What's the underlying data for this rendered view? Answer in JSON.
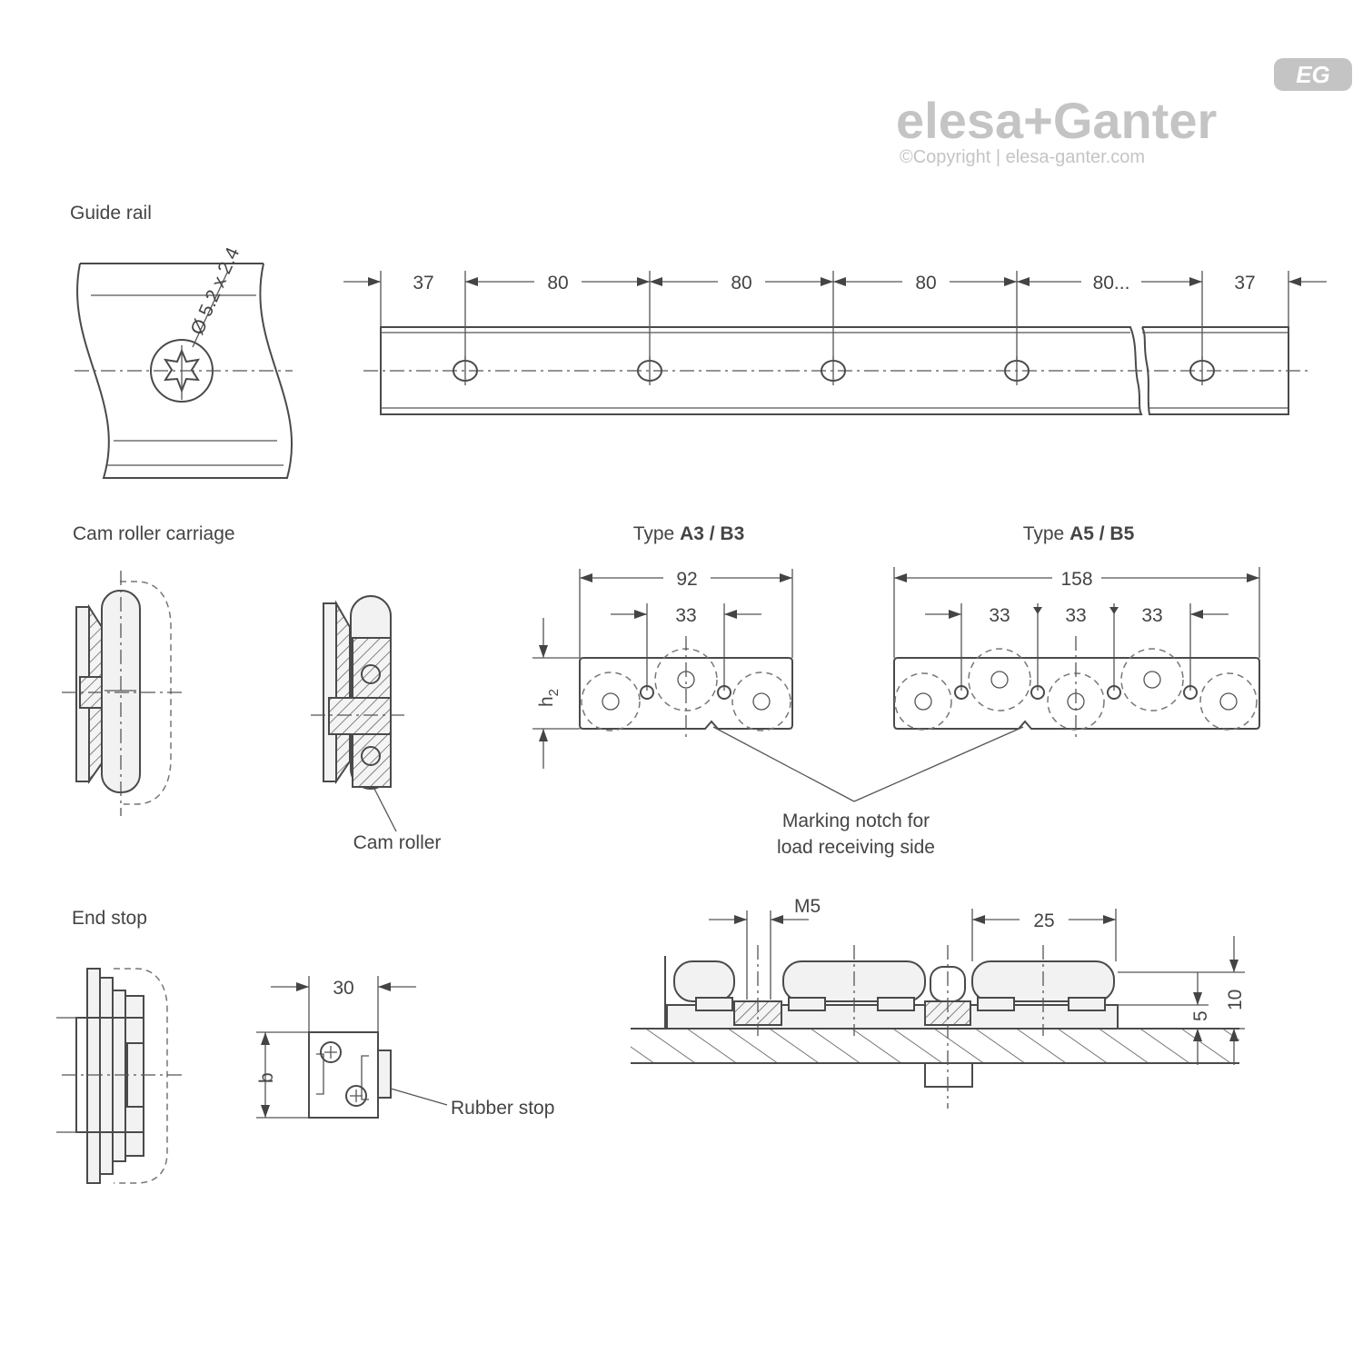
{
  "brand": {
    "logo": "elesa+Ganter",
    "logo_mark": "EG",
    "copyright": "©Copyright | elesa-ganter.com",
    "logo_color": "#c4c4c4"
  },
  "sections": {
    "guide_rail": "Guide rail",
    "cam_roller_carriage": "Cam roller carriage",
    "end_stop": "End stop"
  },
  "guide_rail": {
    "hole_spec": "Ø 5.2 x 2.4",
    "spacing": [
      "37",
      "80",
      "80",
      "80",
      "80...",
      "37"
    ]
  },
  "carriage": {
    "type_a3_prefix": "Type ",
    "type_a3_name": "A3 / B3",
    "type_a5_prefix": "Type ",
    "type_a5_name": "A5 / B5",
    "a3_length": "92",
    "a3_pitch": "33",
    "a5_length": "158",
    "a5_pitches": [
      "33",
      "33",
      "33"
    ],
    "height_label": "h",
    "height_sub": "2",
    "cam_roller_label": "Cam roller",
    "notch_line1": "Marking notch for",
    "notch_line2": "load receiving side"
  },
  "end_stop": {
    "width": "30",
    "height_label": "b",
    "rubber_stop_label": "Rubber stop"
  },
  "mounting": {
    "thread": "M5",
    "roller_width": "25",
    "dim_5": "5",
    "dim_10": "10"
  },
  "colors": {
    "line": "#4a4a4a",
    "text": "#444444",
    "part_fill": "#f2f2f2"
  }
}
